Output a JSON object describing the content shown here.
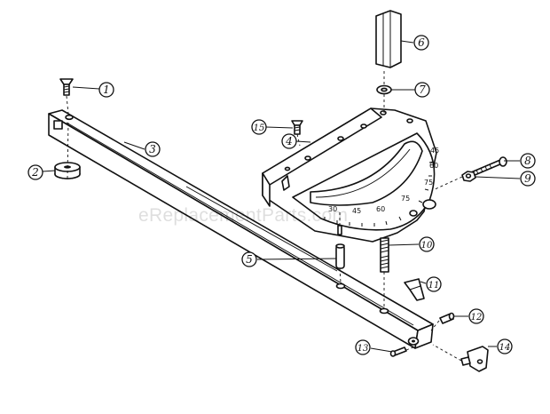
{
  "diagram": {
    "watermark": "eReplacementParts.com",
    "callouts": [
      "1",
      "2",
      "3",
      "4",
      "5",
      "6",
      "7",
      "8",
      "9",
      "10",
      "11",
      "12",
      "13",
      "14",
      "15"
    ],
    "scale_marks": [
      "30",
      "45",
      "60",
      "75",
      "75",
      "60",
      "45"
    ]
  }
}
